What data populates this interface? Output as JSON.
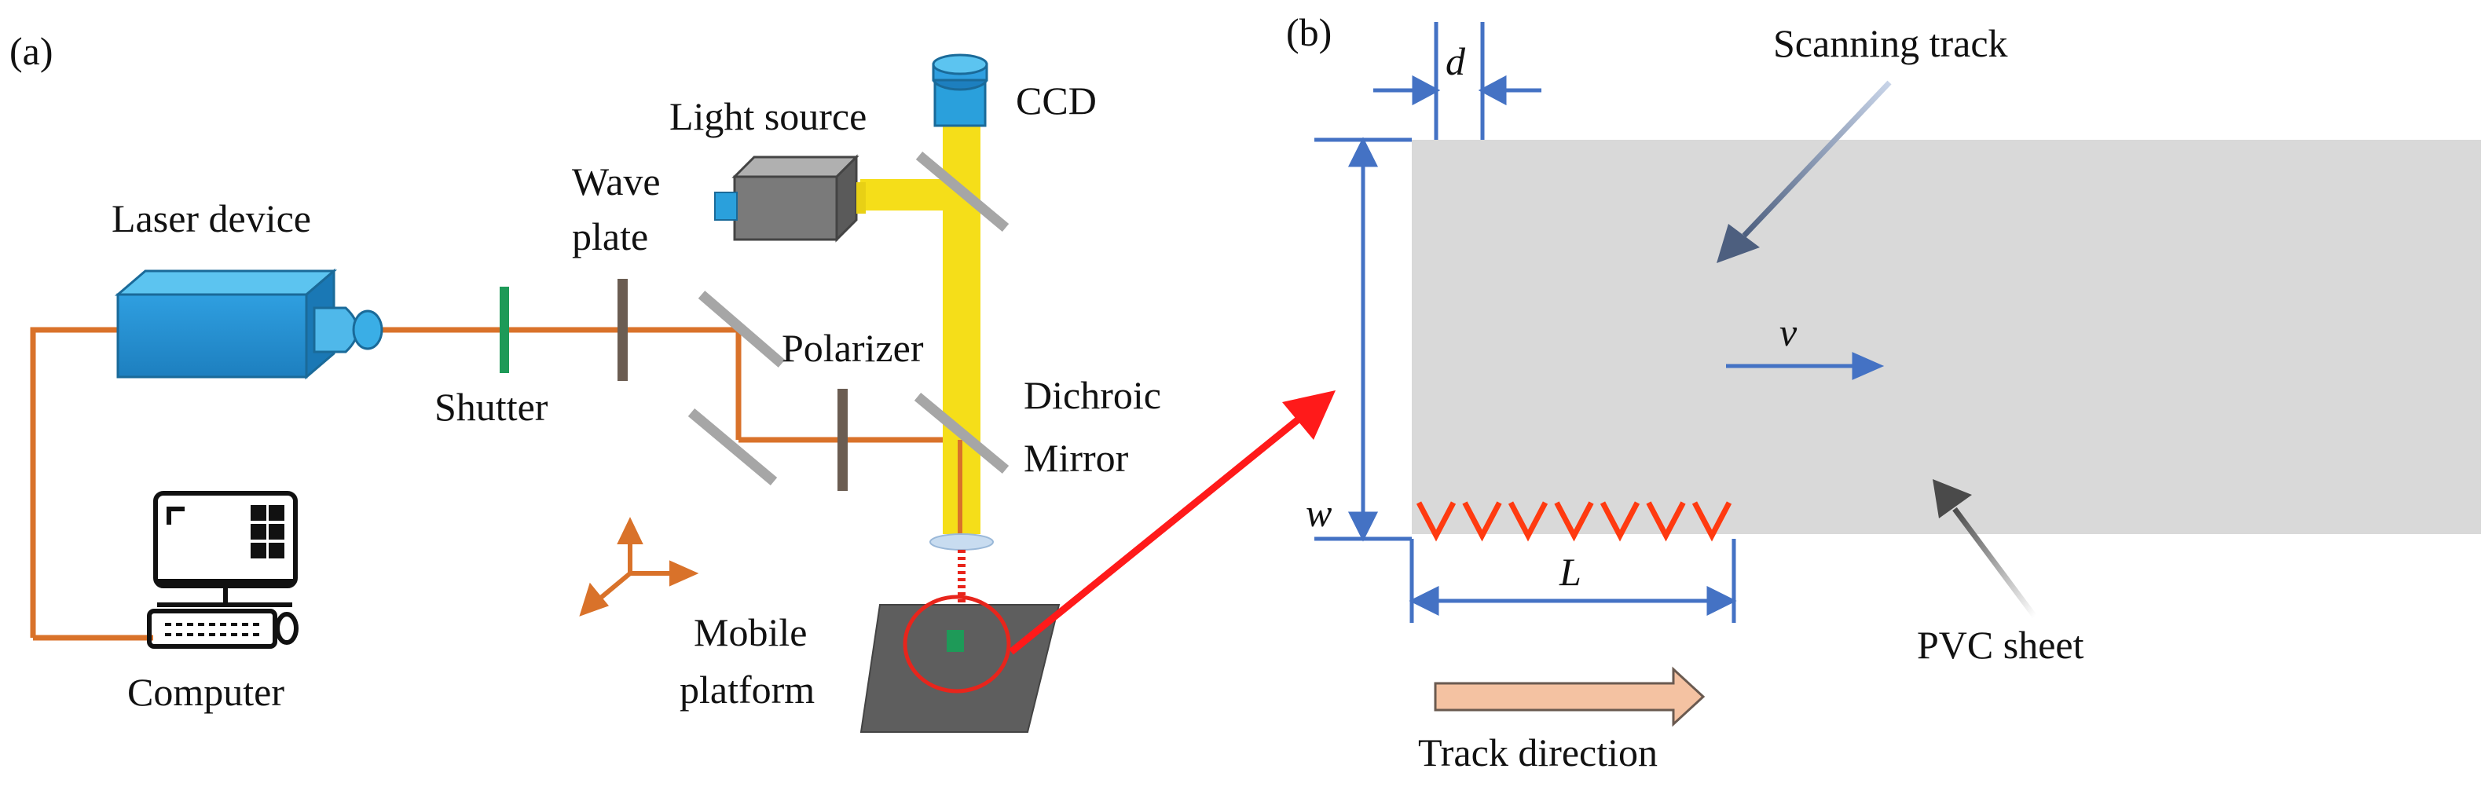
{
  "panel_a": {
    "tag": "(a)",
    "laser_device": "Laser device",
    "shutter": "Shutter",
    "wave_plate_line1": "Wave",
    "wave_plate_line2": "plate",
    "light_source": "Light source",
    "ccd": "CCD",
    "polarizer": "Polarizer",
    "dichroic_line1": "Dichroic",
    "dichroic_line2": "Mirror",
    "mobile_line1": "Mobile",
    "mobile_line2": "platform",
    "computer": "Computer"
  },
  "panel_b": {
    "tag": "(b)",
    "scanning_track": "Scanning track",
    "pvc_sheet": "PVC sheet",
    "track_direction": "Track direction",
    "d": "d",
    "w": "w",
    "L": "L",
    "v": "v"
  },
  "colors": {
    "laser_beam": "#d9722a",
    "light_beam": "#f5de19",
    "device_blue": "#2aa0dc",
    "track_red": "#e8251c",
    "dimension_blue": "#4472c4",
    "sheet_gray": "#d9d9d9",
    "pointer_red": "#ff1a1a"
  }
}
